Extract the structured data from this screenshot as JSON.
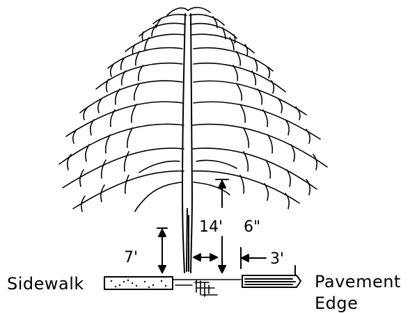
{
  "labels": {
    "sidewalk": "Sidewalk",
    "pavement_line1": "Pavement",
    "pavement_line2": "Edge",
    "dim_sidewalk_height": "7'",
    "dim_clearance": "14'",
    "dim_clearance_inches": "6\"",
    "dim_offset": "3'"
  },
  "colors": {
    "ink": "#000000",
    "background": "#ffffff"
  }
}
